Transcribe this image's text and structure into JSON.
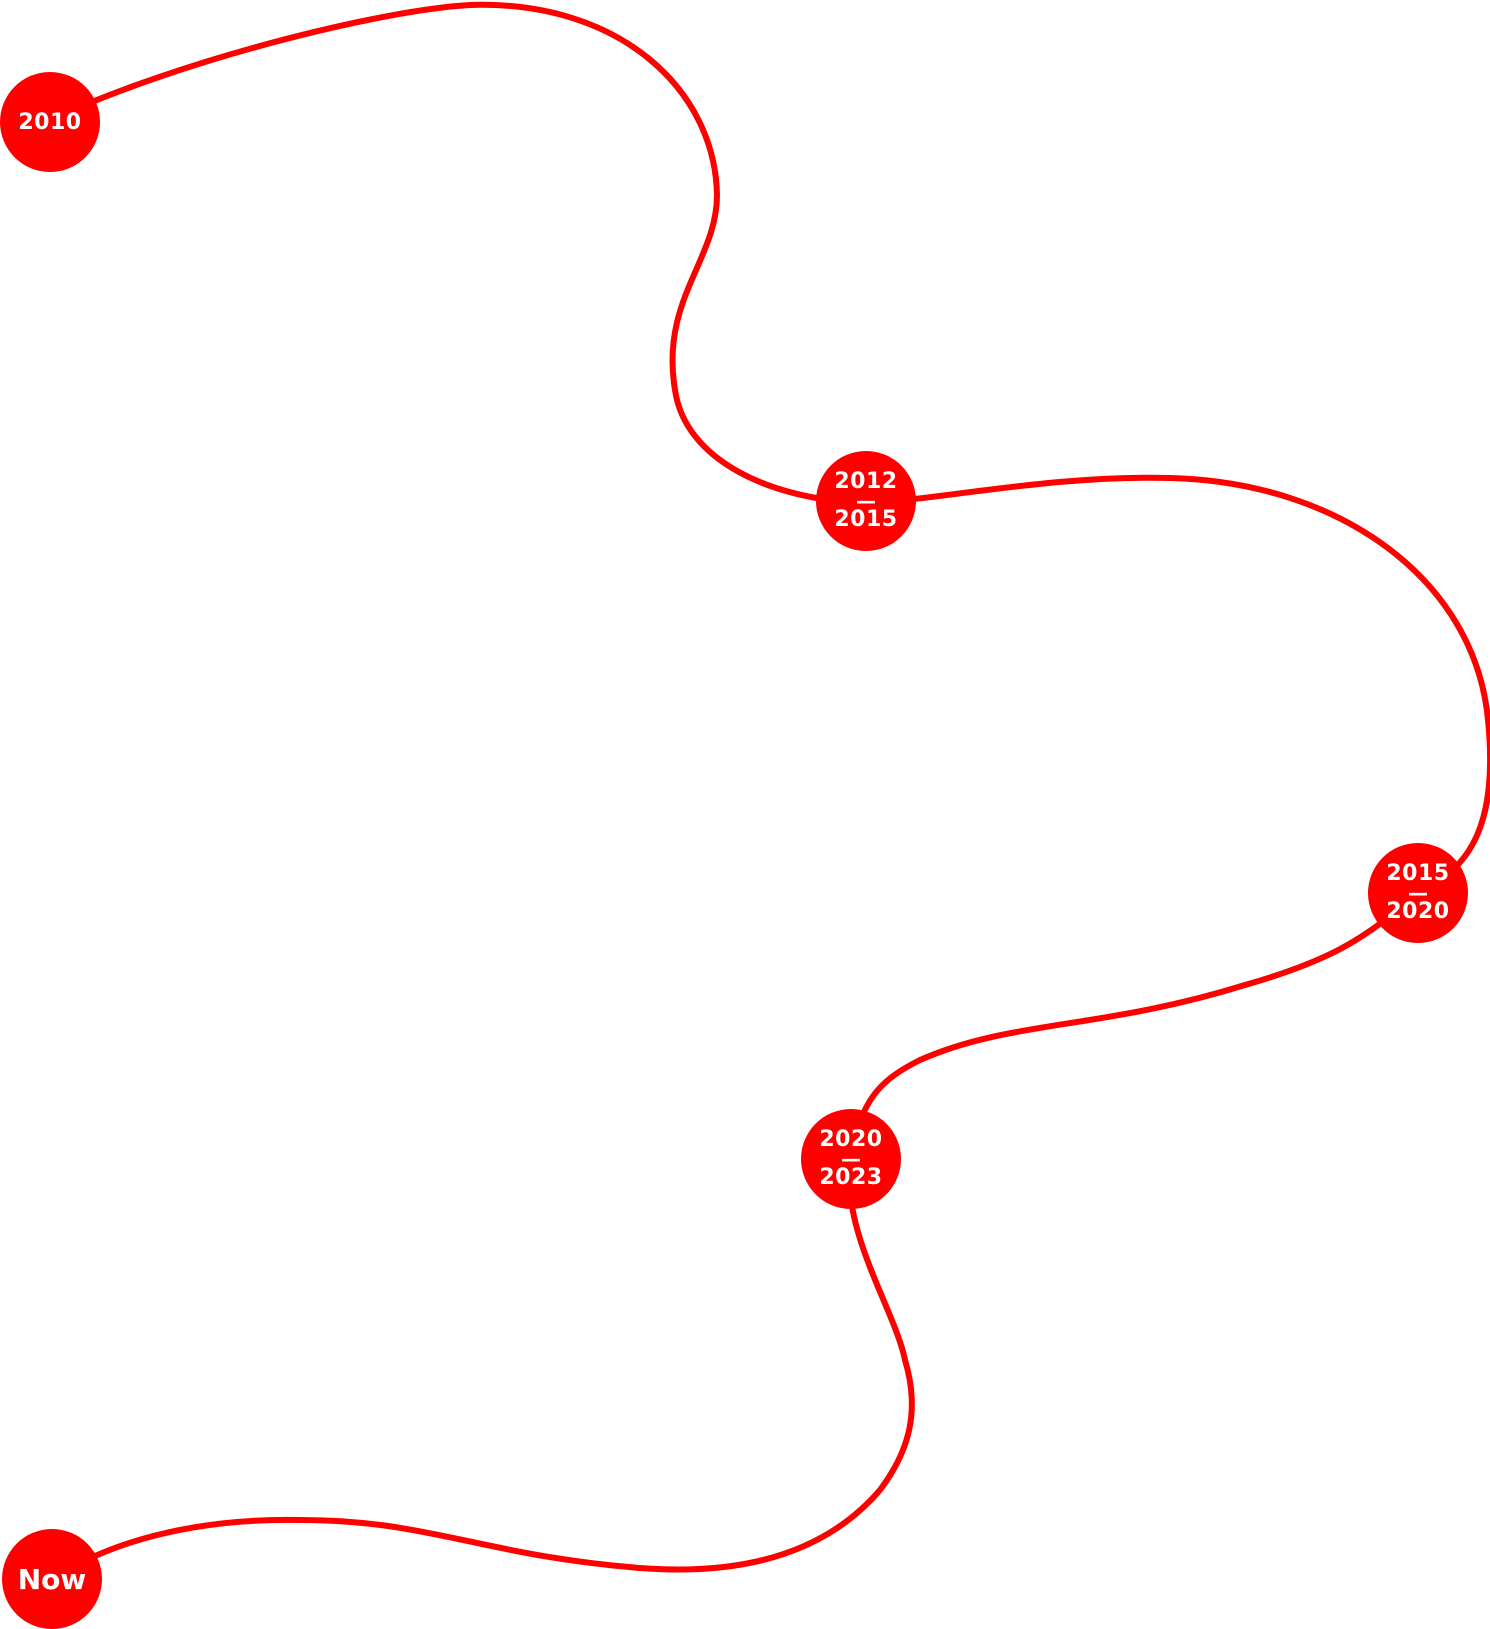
{
  "colors": {
    "accent": "#ff0000",
    "label": "#ffffff",
    "background": "#ffffff"
  },
  "timeline": {
    "nodes": [
      {
        "id": "2010",
        "label": "2010"
      },
      {
        "id": "2012-2015",
        "start": "2012",
        "separator": "—",
        "end": "2015"
      },
      {
        "id": "2015-2020",
        "start": "2015",
        "separator": "—",
        "end": "2020"
      },
      {
        "id": "2020-2023",
        "start": "2020",
        "separator": "—",
        "end": "2023"
      },
      {
        "id": "now",
        "label": "Now"
      }
    ]
  }
}
